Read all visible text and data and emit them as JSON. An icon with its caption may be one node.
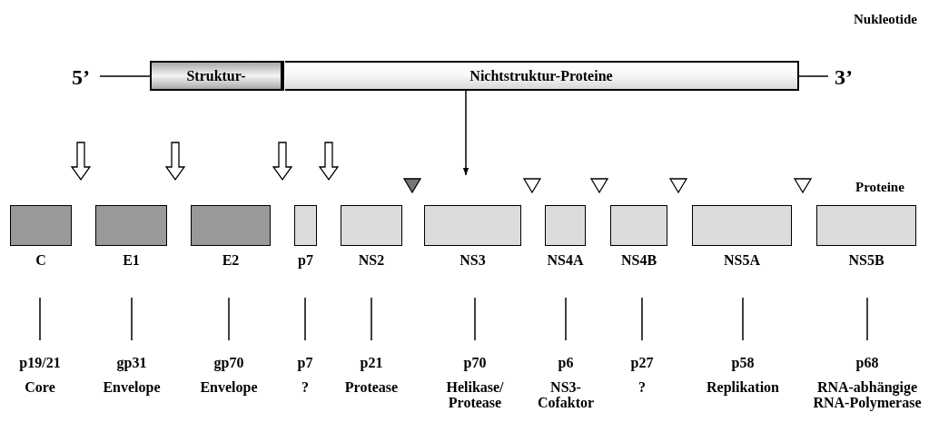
{
  "diagram": {
    "nodes": [
      {
        "text": [
          "5’"
        ]
      },
      {
        "text": [
          "Struktur-"
        ]
      },
      {
        "text": [
          "Nichtstruktur-Proteine"
        ]
      },
      {
        "text": [
          "3’"
        ]
      },
      {
        "text": [
          "C"
        ]
      },
      {
        "text": [
          "E1"
        ]
      },
      {
        "text": [
          "E2"
        ]
      },
      {
        "text": [
          "p7"
        ]
      },
      {
        "text": [
          "NS2"
        ]
      },
      {
        "text": [
          "NS3"
        ]
      },
      {
        "text": [
          "NS4A"
        ]
      },
      {
        "text": [
          "NS4B"
        ]
      },
      {
        "text": [
          "NS5A"
        ]
      },
      {
        "text": [
          "NS5B"
        ]
      },
      {
        "text": [
          "p19/21",
          "Core"
        ]
      },
      {
        "text": [
          "gp31",
          "Envelope"
        ]
      },
      {
        "text": [
          "gp70",
          "Envelope"
        ]
      },
      {
        "text": [
          "p7",
          "?"
        ]
      },
      {
        "text": [
          "p21",
          "Protease"
        ]
      },
      {
        "text": [
          "p70",
          "Helikase/ Protease"
        ]
      },
      {
        "text": [
          "p6",
          "NS3- Cofaktor"
        ]
      },
      {
        "text": [
          "p27",
          "?"
        ]
      },
      {
        "text": [
          "p58",
          "Replikation"
        ]
      },
      {
        "text": [
          "p68",
          "RNA-abhängige RNA-Polymerase"
        ]
      }
    ],
    "edges": [
      {
        "from": 0,
        "to": 1,
        "arrow": "none"
      },
      {
        "from": 2,
        "to": 3,
        "arrow": "none"
      },
      {
        "from": 2,
        "to": null,
        "arrow": "to"
      },
      {
        "from": 4,
        "to": 14,
        "arrow": "none"
      },
      {
        "from": 5,
        "to": 15,
        "arrow": "none"
      },
      {
        "from": 6,
        "to": 16,
        "arrow": "none"
      },
      {
        "from": 7,
        "to": 17,
        "arrow": "none"
      },
      {
        "from": 8,
        "to": 18,
        "arrow": "none"
      },
      {
        "from": 9,
        "to": 19,
        "arrow": "none"
      },
      {
        "from": 10,
        "to": 20,
        "arrow": "none"
      },
      {
        "from": 11,
        "to": 21,
        "arrow": "none"
      },
      {
        "from": 12,
        "to": 22,
        "arrow": "none"
      },
      {
        "from": 13,
        "to": 23,
        "arrow": "none"
      }
    ],
    "labels": [
      "Nukleotide",
      "Proteine"
    ]
  }
}
